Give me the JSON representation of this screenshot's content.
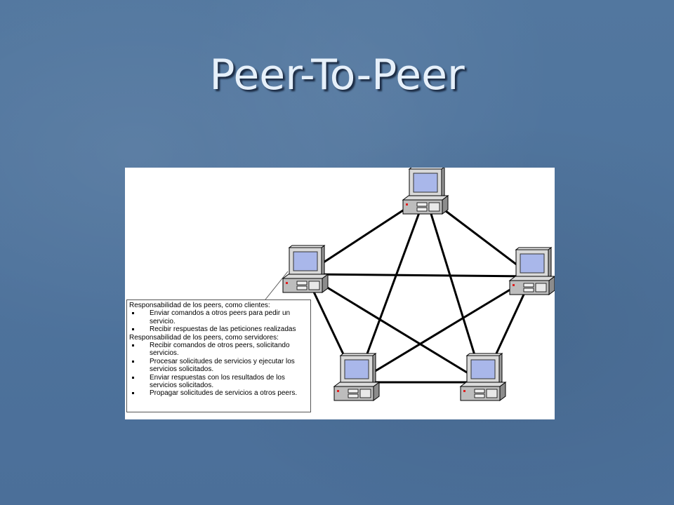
{
  "slide": {
    "title": "Peer-To-Peer"
  },
  "diagram": {
    "nodes": [
      {
        "id": "top"
      },
      {
        "id": "left"
      },
      {
        "id": "right"
      },
      {
        "id": "bottom-left"
      },
      {
        "id": "bottom-right"
      }
    ],
    "connections": [
      [
        "top",
        "left"
      ],
      [
        "top",
        "right"
      ],
      [
        "top",
        "bottom-left"
      ],
      [
        "top",
        "bottom-right"
      ],
      [
        "left",
        "right"
      ],
      [
        "left",
        "bottom-left"
      ],
      [
        "left",
        "bottom-right"
      ],
      [
        "right",
        "bottom-left"
      ],
      [
        "right",
        "bottom-right"
      ],
      [
        "bottom-left",
        "bottom-right"
      ]
    ],
    "colors": {
      "screen": "#a9b7ea",
      "bezel": "#d9d9d9",
      "case": "#bdbdbd",
      "led": "#e02020",
      "line": "#000000"
    }
  },
  "callout": {
    "client_heading": "Responsabilidad de los peers, como clientes:",
    "client_items": [
      "Enviar comandos a otros peers para pedir un servicio.",
      "Recibir respuestas de las peticiones realizadas"
    ],
    "server_heading": "Responsabilidad de los peers, como servidores:",
    "server_items": [
      "Recibir comandos de otros peers, solicitando servicios.",
      "Procesar solicitudes de servicios y ejecutar los servicios solicitados.",
      "Enviar respuestas con los resultados de   los servicios solicitados.",
      "Propagar solicitudes de servicios a otros peers."
    ]
  }
}
